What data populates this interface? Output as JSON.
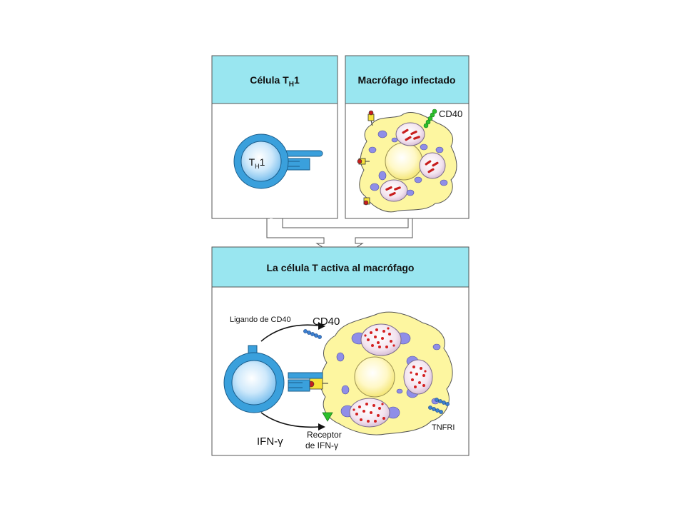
{
  "panels": {
    "th1": {
      "title_main": "Célula T",
      "title_sub": "H",
      "title_end": "1"
    },
    "macro": {
      "title": "Macrófago infectado"
    },
    "activation": {
      "title": "La célula T activa al macrófago"
    }
  },
  "labels": {
    "th1_cell_main": "T",
    "th1_cell_sub": "H",
    "th1_cell_end": "1",
    "cd40_top": "CD40",
    "ligando_cd40": "Ligando de CD40",
    "cd40_bottom": "CD40",
    "ifn_gamma": "IFN-γ",
    "receptor_line1": "Receptor",
    "receptor_line2": "de IFN-γ",
    "tnfri": "TNFRI"
  },
  "colors": {
    "header_fill": "#99e6f0",
    "cell_blue": "#3aa0dc",
    "cytoplasm": "#fdf6a0",
    "vesicle": "#8f8ee8",
    "bacteria": "#c81e1e",
    "receptor_green": "#2cc02c",
    "cd40_chain": "#3b7fd0"
  }
}
